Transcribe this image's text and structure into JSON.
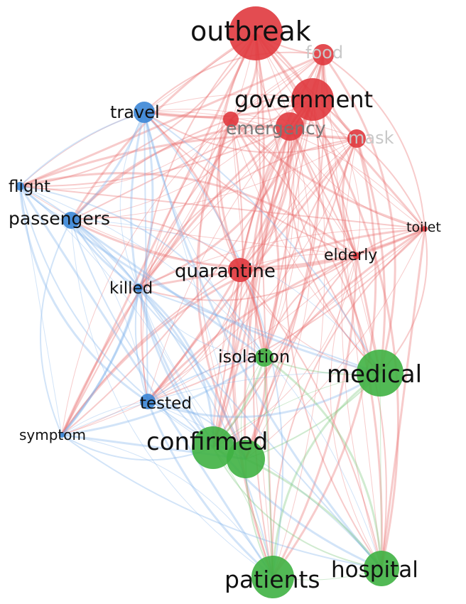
{
  "colors": {
    "red_cluster": "#e0393e",
    "blue_cluster": "#3b86d6",
    "green_cluster": "#3fb143",
    "red_edge": "#e86a6a",
    "blue_edge": "#7db3ea",
    "green_edge": "#79c777"
  },
  "nodes": {
    "outbreak": {
      "label": "outbreak",
      "cluster": "red"
    },
    "food": {
      "label": "food",
      "cluster": "red"
    },
    "government": {
      "label": "government",
      "cluster": "red"
    },
    "emergency": {
      "label": "emergency",
      "cluster": "red"
    },
    "mask": {
      "label": "mask",
      "cluster": "red"
    },
    "toilet": {
      "label": "toilet",
      "cluster": "red"
    },
    "elderly": {
      "label": "elderly",
      "cluster": "red"
    },
    "quarantine": {
      "label": "quarantine",
      "cluster": "red"
    },
    "travel": {
      "label": "travel",
      "cluster": "blue"
    },
    "flight": {
      "label": "flight",
      "cluster": "blue"
    },
    "passengers": {
      "label": "passengers",
      "cluster": "blue"
    },
    "killed": {
      "label": "killed",
      "cluster": "blue"
    },
    "tested": {
      "label": "tested",
      "cluster": "blue"
    },
    "symptom": {
      "label": "symptom",
      "cluster": "blue"
    },
    "isolation": {
      "label": "isolation",
      "cluster": "green"
    },
    "medical": {
      "label": "medical",
      "cluster": "green"
    },
    "confirmed": {
      "label": "confirmed",
      "cluster": "green"
    },
    "patients": {
      "label": "patients",
      "cluster": "green"
    },
    "hospital": {
      "label": "hospital",
      "cluster": "green"
    }
  }
}
